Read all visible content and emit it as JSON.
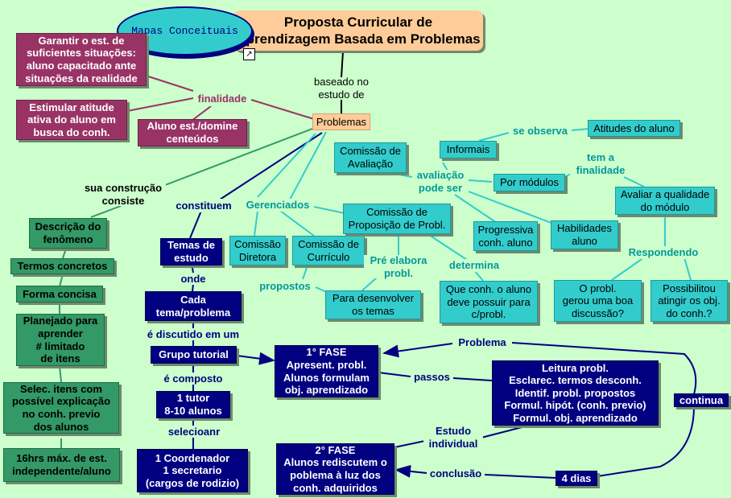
{
  "title": "Proposta Curricular de\nAprendizagem Basada em Problemas",
  "badge": "Mapas Conceituais",
  "nodes": {
    "problemas": "Problemas",
    "garantir": "Garantir o est. de\nsuficientes situações:\naluno capacitado ante\nsituações da realidade",
    "estimular": "Estimular atitude\nativa do aluno em\nbusca do conh.",
    "aluno_est": "Aluno est./domine\ncenteúdos",
    "descricao": "Descrição do\nfenômeno",
    "termos": "Termos concretos",
    "forma": "Forma concisa",
    "planejado": "Planejado para\naprender\n# limitado\nde itens",
    "selec": "Selec. itens com\npossível explicação\nno conh. previo\ndos alunos",
    "horas": "16hrs máx. de est.\nindependente/aluno",
    "temas": "Temas de\nestudo",
    "cada": "Cada\ntema/problema",
    "grupo": "Grupo tutorial",
    "tutor": "1 tutor\n8-10 alunos",
    "coord": "1 Coordenador\n1 secretario\n(cargos de rodizio)",
    "comissao_aval": "Comissão de\nAvaliação",
    "comissao_dir": "Comissão\nDiretora",
    "comissao_curr": "Comissão de\nCurrículo",
    "comissao_prop": "Comissão de\nProposição de Probl.",
    "para_desenv": "Para desenvolver\nos temas",
    "que_conh": "Que conh. o aluno\ndeve possuir para\nc/probl.",
    "informais": "Informais",
    "atitudes": "Atitudes do aluno",
    "por_modulos": "Por módulos",
    "progressiva": "Progressiva\nconh. aluno",
    "habilidades": "Habilidades\naluno",
    "avaliar": "Avaliar a qualidade\ndo módulo",
    "gerou": "O probl.\ngerou uma boa\ndiscussão?",
    "possibilitou": "Possibilitou\natingir os obj.\ndo conh.?",
    "fase1": "1° FASE\nApresent. probl.\nAlunos formulam\nobj. aprendizado",
    "leitura": "Leitura  probl.\nEsclarec. termos desconh.\nIdentif. probl. propostos\nFormul. hipót. (conh. previo)\nFormul. obj. aprendizado",
    "fase2": "2° FASE\nAlunos rediscutem o\npoblema à luz dos\nconh. adquiridos",
    "quatro_dias": "4 dias",
    "continua": "continua"
  },
  "labels": {
    "baseado": "baseado no\nestudo de",
    "finalidade": "finalidade",
    "sua_construcao": "sua construção\nconsiste",
    "constituem": "constituem",
    "onde": "onde",
    "discutido": "é discutido em um",
    "composto": "é composto",
    "selecioanr": "selecioanr",
    "gerenciados": "Gerenciados",
    "propostos": "propostos",
    "pre_elabora": "Pré elabora\nprobl.",
    "determina": "determina",
    "avaliacao": "avaliação\npode ser",
    "se_observa": "se observa",
    "tem_finalidade": "tem a\nfinalidade",
    "respondendo": "Respondendo",
    "problema": "Problema",
    "passos": "passos",
    "estudo_individual": "Estudo\nindividual",
    "conclusao": "conclusão"
  },
  "colors": {
    "background": "#ccffcc",
    "title": "#ffcc99",
    "maroon": "#993366",
    "teal": "#33cccc",
    "green": "#339966",
    "navy": "#000080"
  }
}
